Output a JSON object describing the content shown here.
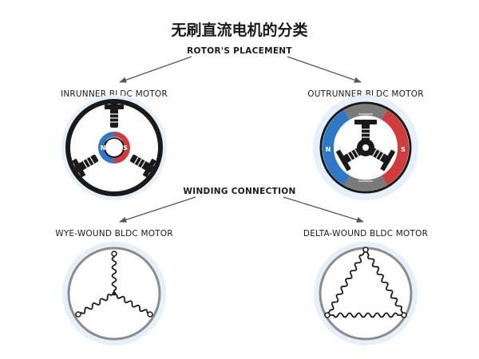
{
  "title": "无刷直流电机的分类",
  "sections": {
    "rotor": "ROTOR'S PLACEMENT",
    "winding": "WINDING CONNECTION"
  },
  "motors": {
    "inrunner": {
      "label": "INRUNNER BLDC MOTOR",
      "north": "N",
      "south": "S"
    },
    "outrunner": {
      "label": "OUTRUNNER BLDC MOTOR",
      "north": "N",
      "south": "S"
    },
    "wye": {
      "label": "WYE-WOUND BLDC MOTOR"
    },
    "delta": {
      "label": "DELTA-WOUND BLDC MOTOR"
    }
  },
  "colors": {
    "north_pole": "#2e78c8",
    "south_pole": "#d03c3c",
    "halo": "#e6f0fa",
    "ink": "#1a1a1a",
    "ring": "#8c8c8c"
  }
}
